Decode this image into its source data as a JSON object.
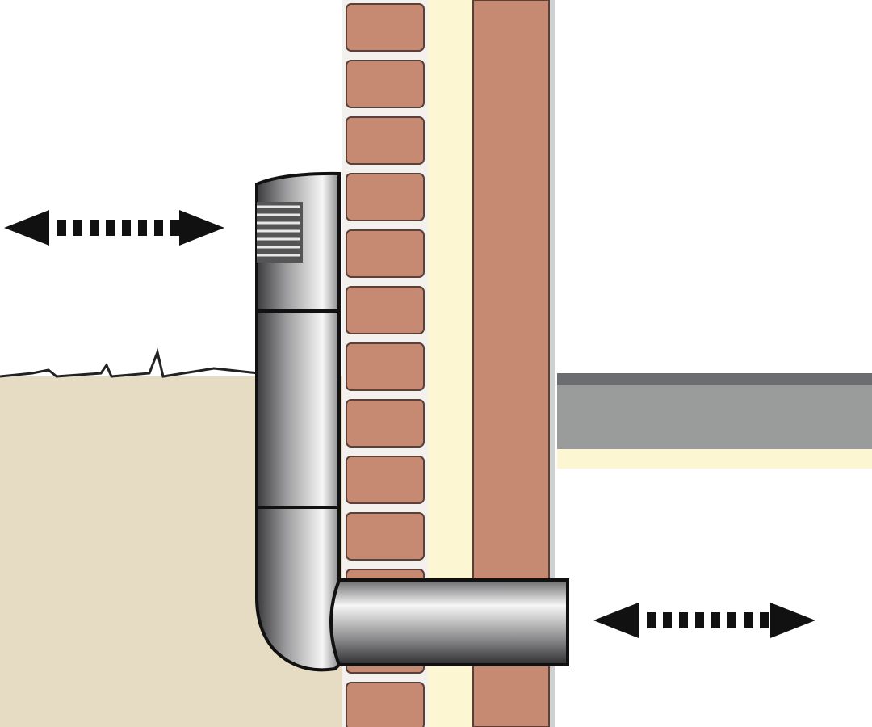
{
  "diagram": {
    "colors": {
      "brick": "#c68a72",
      "brick_outline": "#5a4038",
      "mortar": "#f4f0ee",
      "insulation": "#fdf6d2",
      "inner_wall": "#c68a72",
      "ground": "#e6dcc4",
      "slab": "#9a9c9c",
      "slab_top": "#6b6d70",
      "pipe_dark": "#3a3a3c",
      "pipe_light": "#f4f4f4",
      "arrow": "#111111"
    },
    "elements": [
      "brick-wall",
      "insulation-layer",
      "inner-wall",
      "ground",
      "floor-slab",
      "vent-pipe",
      "air-flow-arrow-left",
      "air-flow-arrow-right"
    ]
  }
}
